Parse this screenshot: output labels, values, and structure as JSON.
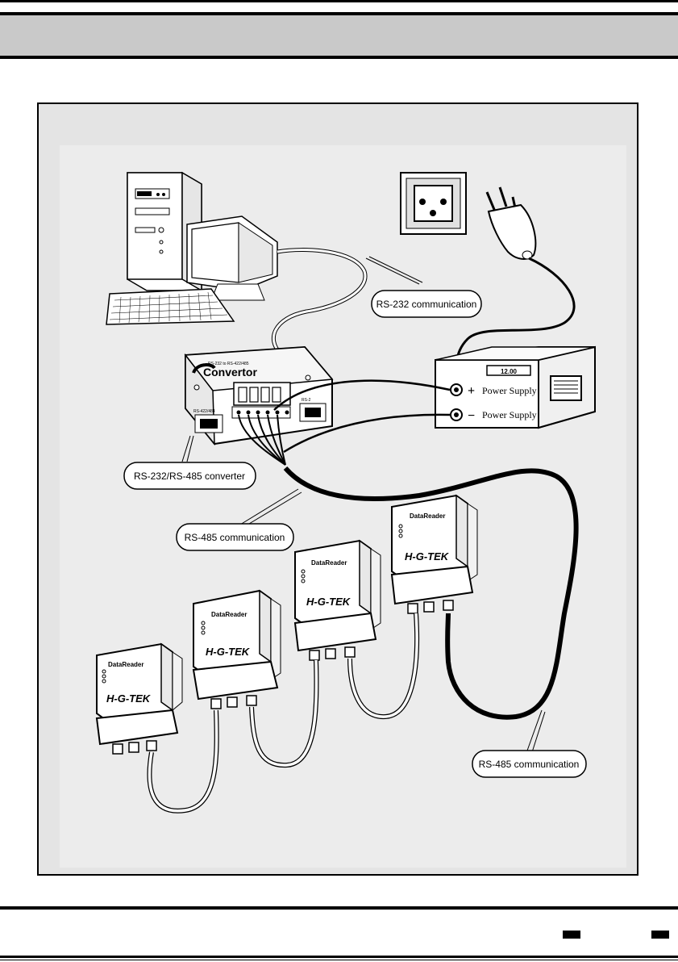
{
  "labels": {
    "rs232_communication": "RS-232 communication",
    "converter": "RS-232/RS-485 converter",
    "rs485_communication_upper": "RS-485 communication",
    "rs485_communication_lower": "RS-485 communication"
  },
  "power_supply": {
    "display": "12.00",
    "plus_sign": "+",
    "minus_sign": "−",
    "plus_label": "Power Supply",
    "minus_label": "Power Supply"
  },
  "converter_box": {
    "brand": "Convertor",
    "subtitle": "RS-232 to RS-422/485",
    "port_left": "RS-422/484",
    "port_right": "RS-2"
  },
  "data_readers": [
    {
      "title": "DataReader",
      "brand": "H-G-TEK"
    },
    {
      "title": "DataReader",
      "brand": "H-G-TEK"
    },
    {
      "title": "DataReader",
      "brand": "H-G-TEK"
    },
    {
      "title": "DataReader",
      "brand": "H-G-TEK"
    }
  ]
}
